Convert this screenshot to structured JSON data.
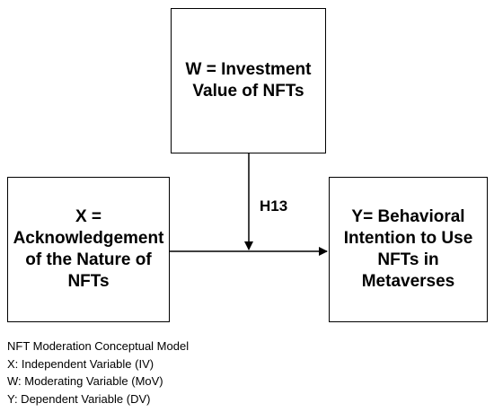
{
  "nodes": {
    "w": {
      "label": "W = Investment\nValue of NFTs"
    },
    "x": {
      "label": "X =\nAcknowledgement\nof the Nature of\nNFTs"
    },
    "y": {
      "label": "Y= Behavioral\nIntention to Use\nNFTs in\nMetaverses"
    }
  },
  "edges": [
    {
      "from": "x",
      "to": "y",
      "type": "arrow"
    },
    {
      "from": "w",
      "to": "x-y path",
      "type": "arrow",
      "label": "H13"
    }
  ],
  "hypothesis_label": "H13",
  "legend": {
    "title": "NFT Moderation Conceptual Model",
    "lines": [
      "X: Independent Variable (IV)",
      "W: Moderating Variable (MoV)",
      "Y: Dependent Variable (DV)"
    ]
  },
  "colors": {
    "stroke": "#000000",
    "background": "#ffffff"
  }
}
